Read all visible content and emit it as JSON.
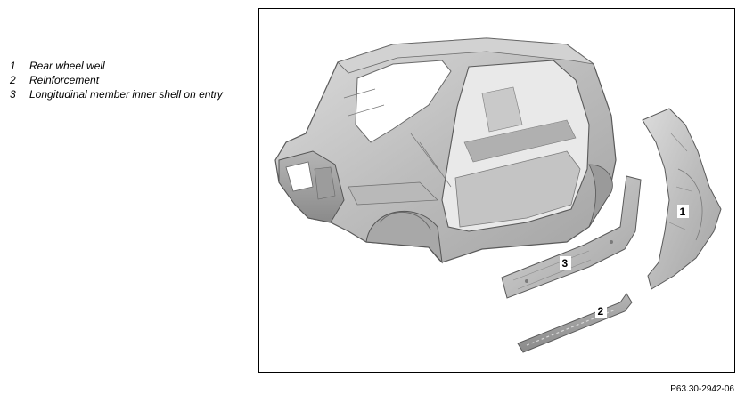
{
  "legend": {
    "items": [
      {
        "number": "1",
        "label": "Rear wheel well"
      },
      {
        "number": "2",
        "label": "Reinforcement"
      },
      {
        "number": "3",
        "label": "Longitudinal member inner shell on entry"
      }
    ]
  },
  "figure": {
    "callouts": [
      "1",
      "2",
      "3"
    ],
    "reference_id": "P63.30-2942-06"
  }
}
